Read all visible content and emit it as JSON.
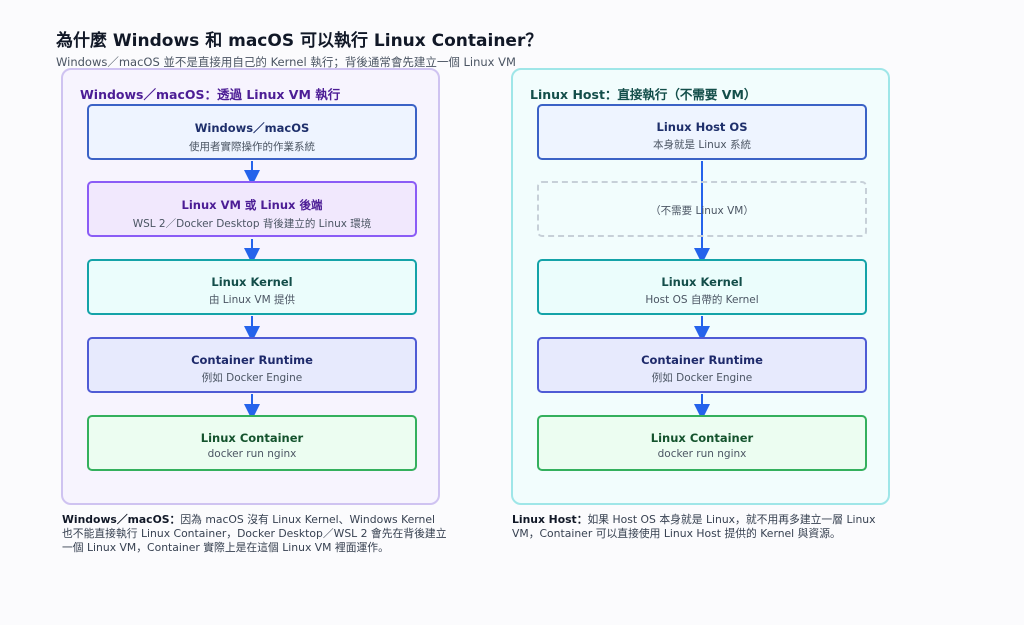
{
  "title": "為什麼 Windows 和 macOS 可以執行 Linux Container？",
  "subtitle": "Windows／macOS 並不是直接用自己的 Kernel 執行；背後通常會先建立一個 Linux VM",
  "left": {
    "title": "Windows／macOS：透過 Linux VM 執行",
    "boxes": [
      {
        "title": "Windows／macOS",
        "sub": "使用者實際操作的作業系統"
      },
      {
        "title": "Linux VM 或 Linux 後端",
        "sub": "WSL 2／Docker Desktop 背後建立的 Linux 環境"
      },
      {
        "title": "Linux Kernel",
        "sub": "由 Linux VM 提供"
      },
      {
        "title": "Container Runtime",
        "sub": "例如 Docker Engine"
      },
      {
        "title": "Linux Container",
        "sub": "docker run nginx"
      }
    ],
    "note_label": "Windows／macOS：",
    "note_text": "因為 macOS 沒有 Linux Kernel、Windows Kernel 也不能直接執行 Linux Container，Docker Desktop／WSL 2 會先在背後建立一個 Linux VM，Container 實際上是在這個 Linux VM 裡面運作。"
  },
  "right": {
    "title": "Linux Host：直接執行（不需要 VM）",
    "boxes": [
      {
        "title": "Linux Host OS",
        "sub": "本身就是 Linux 系統"
      },
      {
        "title": "",
        "sub": "（不需要 Linux VM）"
      },
      {
        "title": "Linux Kernel",
        "sub": "Host OS 自帶的 Kernel"
      },
      {
        "title": "Container Runtime",
        "sub": "例如 Docker Engine"
      },
      {
        "title": "Linux Container",
        "sub": "docker run nginx"
      }
    ],
    "note_label": "Linux Host：",
    "note_text": "如果 Host OS 本身就是 Linux，就不用再多建立一層 Linux VM，Container 可以直接使用 Linux Host 提供的 Kernel 與資源。"
  },
  "colors": {
    "arrow": "#2563eb",
    "blue": "#3b62c6",
    "purple": "#8b5cf6",
    "teal": "#14a3a8",
    "indigo": "#4f5bd5",
    "green": "#34b05d"
  }
}
